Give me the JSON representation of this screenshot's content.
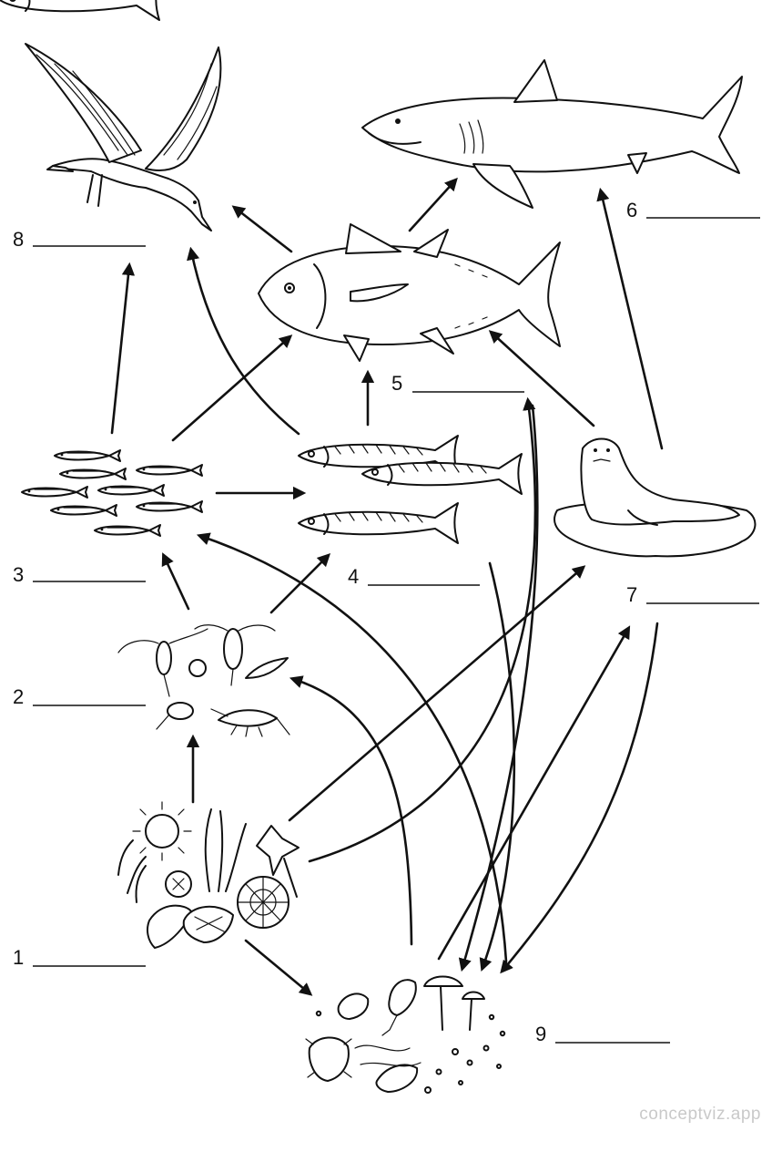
{
  "diagram": {
    "labels": [
      {
        "id": "1",
        "text": "1"
      },
      {
        "id": "2",
        "text": "2"
      },
      {
        "id": "3",
        "text": "3"
      },
      {
        "id": "4",
        "text": "4"
      },
      {
        "id": "5",
        "text": "5"
      },
      {
        "id": "6",
        "text": "6"
      },
      {
        "id": "7",
        "text": "7"
      },
      {
        "id": "8",
        "text": "8"
      },
      {
        "id": "9",
        "text": "9"
      }
    ],
    "organism_icons": [
      "phytoplankton-icon",
      "zooplankton-icon",
      "small-fish-school-icon",
      "mackerel-icon",
      "tuna-icon",
      "shark-icon",
      "seal-icon",
      "seabird-icon",
      "decomposers-icon"
    ]
  },
  "watermark": "conceptviz.app"
}
